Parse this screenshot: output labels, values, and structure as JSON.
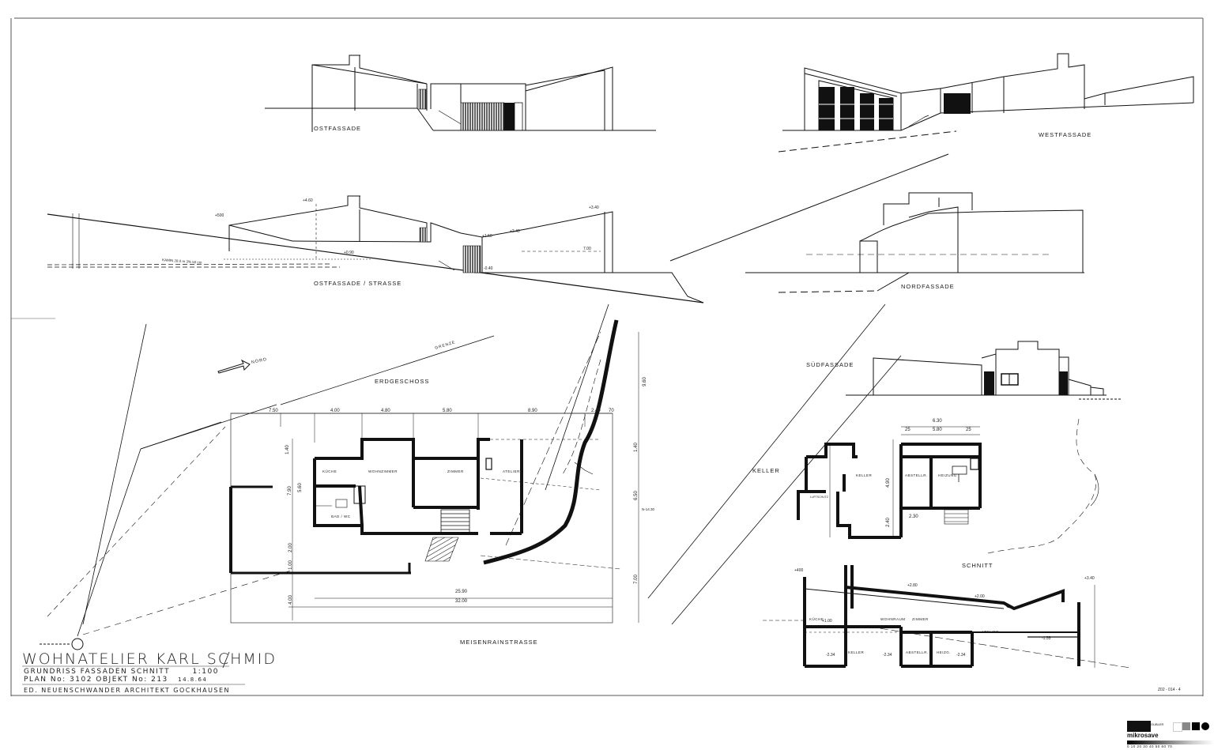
{
  "title": {
    "main": "WOHNATELIER KARL SCHMID",
    "line2": "GRUNDRISS FASSADEN SCHNITT",
    "scale": "1:100",
    "line3": "PLAN No: 3102  OBJEKT No: 213",
    "date": "14.8.64",
    "architect": "ED. NEUENSCHWANDER   ARCHITEKT GOCKHAUSEN"
  },
  "views": {
    "ost": "OSTFASSADE",
    "west": "WESTFASSADE",
    "ost_strasse": "OSTFASSADE / STRASSE",
    "nord": "NORDFASSADE",
    "sued": "SÜDFASSADE",
    "erdgeschoss": "ERDGESCHOSS",
    "keller": "KELLER",
    "schnitt": "SCHNITT",
    "strasse": "MEISENRAINSTRASSE",
    "grenze": "GRENZE",
    "nord_arrow": "NORD"
  },
  "rooms": {
    "kueche": "KÜCHE",
    "wohnzimmer": "WOHNZIMMER",
    "zimmer": "ZIMMER",
    "atelier": "ATELIER",
    "bad": "BAD / WC",
    "keller_room": "KELLER",
    "abstellr": "ABSTELLR.",
    "heizung": "HEIZUNG",
    "s_kueche": "KÜCHE",
    "s_wohnraum": "WOHNRAUM",
    "s_zimmer": "ZIMMER",
    "s_atelier": "ATELIER",
    "s_keller": "KELLER",
    "s_abstellr": "ABSTELLR.",
    "s_heizg": "HEIZG."
  },
  "dimensions": {
    "top": [
      "7.50",
      "4.00",
      "4.80",
      "5.80",
      "8.90",
      "2.40",
      "70"
    ],
    "left": [
      "1.40",
      "7.90",
      "5.60",
      "2.00",
      "1.00",
      "4.00"
    ],
    "bottom": [
      "25.90",
      "32.00"
    ],
    "right": [
      "9.60",
      "1.40",
      "6.50",
      "7.00"
    ],
    "keller_top": [
      "6.30",
      "25",
      "5.80",
      "25"
    ],
    "keller_misc": [
      "4.90",
      "2.40",
      "2.30"
    ]
  },
  "levels": {
    "ost_strasse": [
      "+500",
      "+4.60",
      "+3.40",
      "+2.40",
      "+1.50",
      "+0.90",
      "7.00",
      "-0.40"
    ],
    "schnitt": [
      "+400",
      "+2.80",
      "+2.00",
      "+3.40",
      "+1.00",
      "-2.34",
      "-2.34",
      "-2.34",
      "-1.55"
    ]
  },
  "annotations": {
    "kamin": "KAMIN 28.0 m  3%  50 cm",
    "n_line": "N-14.30",
    "sanitary": "LUFTSCHUTZ"
  },
  "stamp": {
    "brand": "mikrosave",
    "maker": "GUBLER",
    "scale_digits": "0  10  20  30  40  50  60  70",
    "ref": "Z02 - 014 - 4"
  }
}
